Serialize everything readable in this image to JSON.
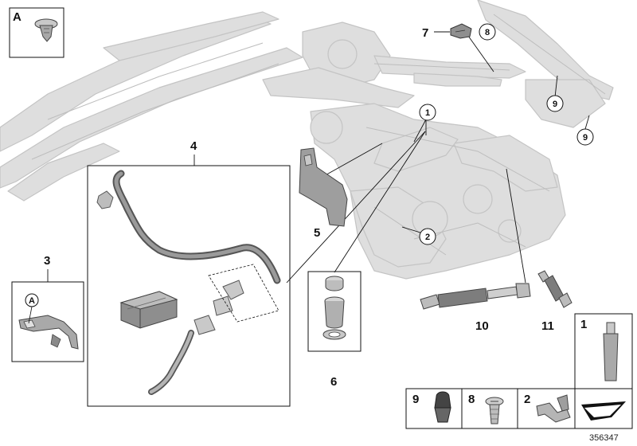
{
  "parts": {
    "detail_a": "A",
    "p1": "1",
    "p2": "2",
    "p3": "3",
    "p4": "4",
    "p5": "5",
    "p6": "6",
    "p7": "7",
    "p8": "8",
    "p9": "9",
    "p10": "10",
    "p11": "11"
  },
  "legend": {
    "item1": "1",
    "item9": "9",
    "item8": "8",
    "item2": "2"
  },
  "document_number": "356347"
}
